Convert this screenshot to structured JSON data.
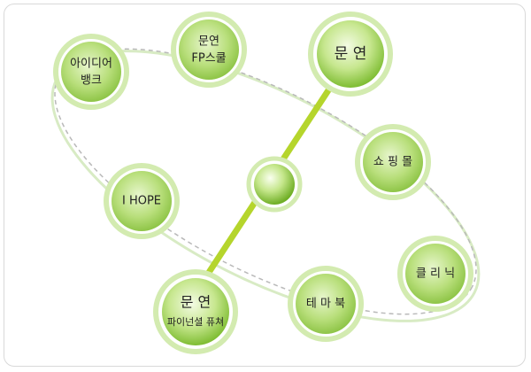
{
  "colors": {
    "node_fill_light": "#f3fbe4",
    "node_fill_mid": "#c7e78f",
    "node_fill_dark": "#86c43a",
    "node_ring": "#d3ebb0",
    "axis_green": "#b5d52c",
    "ring_line": "#d8ebc4",
    "dashed_line": "#b9b9b9"
  },
  "nodes": {
    "idea_bank": {
      "line1": "아이디어",
      "line2": "뱅크"
    },
    "fp_school": {
      "line1": "문연",
      "line2": "FP스쿨"
    },
    "munyeon_top": {
      "line1": "문 연"
    },
    "shopping_mall": {
      "line1": "쇼 핑 몰"
    },
    "i_hope": {
      "line1": "I  HOPE"
    },
    "clinic": {
      "line1": "클 리 닉"
    },
    "theme_book": {
      "line1": "테 마 북"
    },
    "munyeon_bottom": {
      "line1": "문 연",
      "line2": "파이넌셜 퓨쳐"
    },
    "center": {
      "line1": ""
    }
  }
}
